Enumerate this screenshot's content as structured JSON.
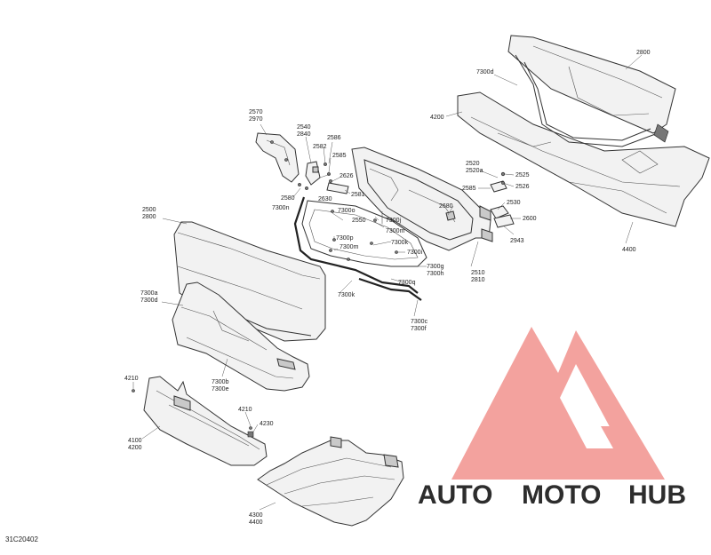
{
  "diagram_code": "31C20402",
  "labels": [
    {
      "id": "l2800",
      "lines": [
        "2800"
      ]
    },
    {
      "id": "l7300d_top",
      "lines": [
        "7300d"
      ]
    },
    {
      "id": "l4200_top",
      "lines": [
        "4200"
      ]
    },
    {
      "id": "l2570",
      "lines": [
        "2570",
        "2970"
      ]
    },
    {
      "id": "l2540",
      "lines": [
        "2540",
        "2840"
      ]
    },
    {
      "id": "l2582",
      "lines": [
        "2582"
      ]
    },
    {
      "id": "l2586",
      "lines": [
        "2586"
      ]
    },
    {
      "id": "l2585a",
      "lines": [
        "2585"
      ]
    },
    {
      "id": "l2626",
      "lines": [
        "2626"
      ]
    },
    {
      "id": "l2581",
      "lines": [
        "2581"
      ]
    },
    {
      "id": "l2580",
      "lines": [
        "2580"
      ]
    },
    {
      "id": "l7300n",
      "lines": [
        "7300n"
      ]
    },
    {
      "id": "l2630",
      "lines": [
        "2630"
      ]
    },
    {
      "id": "l7300o",
      "lines": [
        "7300o"
      ]
    },
    {
      "id": "l2550",
      "lines": [
        "2550"
      ]
    },
    {
      "id": "l7300j",
      "lines": [
        "7300j"
      ]
    },
    {
      "id": "l7300m1",
      "lines": [
        "7300m"
      ]
    },
    {
      "id": "l7300p",
      "lines": [
        "7300p"
      ]
    },
    {
      "id": "l7300m2",
      "lines": [
        "7300m"
      ]
    },
    {
      "id": "l7300k1",
      "lines": [
        "7300k"
      ]
    },
    {
      "id": "l7300i",
      "lines": [
        "7300i"
      ]
    },
    {
      "id": "l7300g",
      "lines": [
        "7300g",
        "7300h"
      ]
    },
    {
      "id": "l7300q",
      "lines": [
        "7300q"
      ]
    },
    {
      "id": "l7300k2",
      "lines": [
        "7300k"
      ]
    },
    {
      "id": "l7300c",
      "lines": [
        "7300c",
        "7300f"
      ]
    },
    {
      "id": "l2510",
      "lines": [
        "2510",
        "2810"
      ]
    },
    {
      "id": "l2680",
      "lines": [
        "2680"
      ]
    },
    {
      "id": "l2520",
      "lines": [
        "2520",
        "2520a"
      ]
    },
    {
      "id": "l2525",
      "lines": [
        "2525"
      ]
    },
    {
      "id": "l2526",
      "lines": [
        "2526"
      ]
    },
    {
      "id": "l2585b",
      "lines": [
        "2585"
      ]
    },
    {
      "id": "l2530",
      "lines": [
        "2530"
      ]
    },
    {
      "id": "l2600",
      "lines": [
        "2600"
      ]
    },
    {
      "id": "l2943",
      "lines": [
        "2943"
      ]
    },
    {
      "id": "l4400_top",
      "lines": [
        "4400"
      ]
    },
    {
      "id": "l2500",
      "lines": [
        "2500",
        "2800"
      ]
    },
    {
      "id": "l7300a",
      "lines": [
        "7300a",
        "7300d"
      ]
    },
    {
      "id": "l7300b",
      "lines": [
        "7300b",
        "7300e"
      ]
    },
    {
      "id": "l4210a",
      "lines": [
        "4210"
      ]
    },
    {
      "id": "l4210b",
      "lines": [
        "4210"
      ]
    },
    {
      "id": "l4230",
      "lines": [
        "4230"
      ]
    },
    {
      "id": "l4100",
      "lines": [
        "4100",
        "4200"
      ]
    },
    {
      "id": "l4300",
      "lines": [
        "4300",
        "4400"
      ]
    }
  ],
  "watermark": {
    "word_part1": "AUTO",
    "word_part2": "MOTO",
    "word_part3": "HUB",
    "color1": "#f5c66e",
    "color2": "#f4a7a2",
    "color3": "#888888",
    "logo_color": "#f08c86"
  }
}
